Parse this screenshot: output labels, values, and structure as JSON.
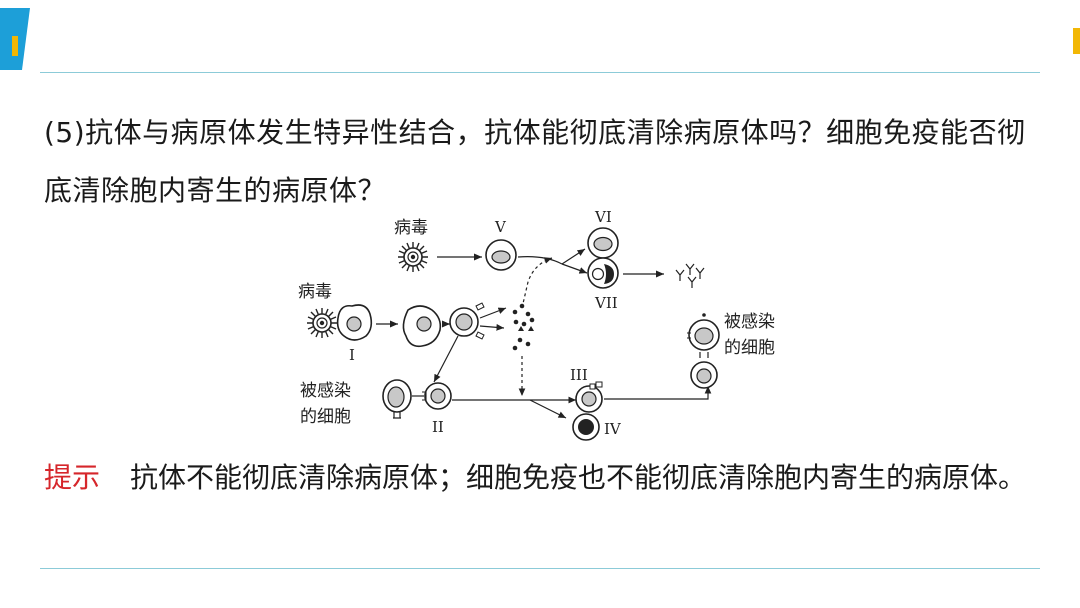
{
  "question": {
    "text": "(5)抗体与病原体发生特异性结合，抗体能彻底清除病原体吗？细胞免疫能否彻底清除胞内寄生的病原体？"
  },
  "diagram": {
    "virus_label_top": "病毒",
    "virus_label_left": "病毒",
    "infected_cell_label_left": [
      "被感染",
      "的细胞"
    ],
    "infected_cell_label_right": [
      "被感染",
      "的细胞"
    ],
    "roman": {
      "I": "I",
      "II": "II",
      "III": "III",
      "IV": "IV",
      "V": "V",
      "VI": "VI",
      "VII": "VII"
    }
  },
  "answer": {
    "label": "提示",
    "text": "抗体不能彻底清除病原体；细胞免疫也不能彻底清除胞内寄生的病原体。"
  },
  "colors": {
    "accent_blue": "#1d9fd8",
    "accent_yellow": "#f2b705",
    "rule": "#8ccbd8",
    "hint_red": "#d6262b"
  }
}
